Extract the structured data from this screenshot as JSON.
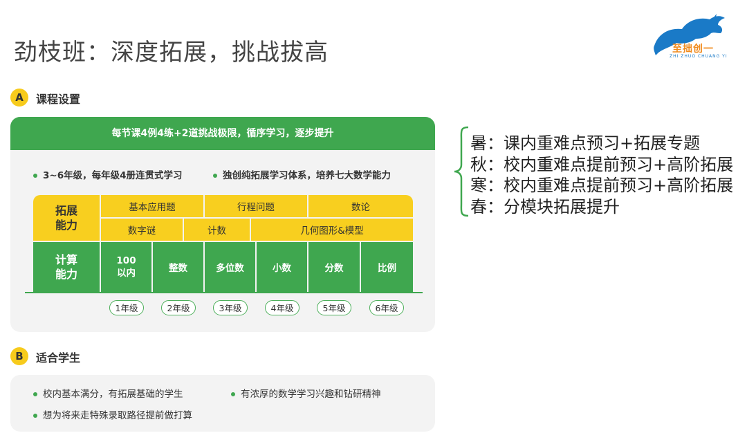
{
  "title": "劲枝班：深度拓展，挑战拔高",
  "logo": {
    "text": "至拙创一",
    "sub": "ZHI ZHUO CHUANG YI"
  },
  "section_a": {
    "badge": "A",
    "label": "课程设置",
    "banner": "每节课4例4练+2道挑战极限，循序学习，逐步提升",
    "bullets": [
      "3~6年级，每年级4册连贯式学习",
      "独创纯拓展学习体系，培养七大数学能力"
    ],
    "table": {
      "ext_header": [
        "拓展",
        "能力"
      ],
      "ext_row1": [
        "基本应用题",
        "行程问题",
        "数论"
      ],
      "ext_row2": [
        "数字谜",
        "计数",
        "几何图形&模型"
      ],
      "calc_header": [
        "计算",
        "能力"
      ],
      "calc_cells": [
        [
          "100",
          "以内"
        ],
        [
          "整数"
        ],
        [
          "多位数"
        ],
        [
          "小数"
        ],
        [
          "分数"
        ],
        [
          "比例"
        ]
      ],
      "grades": [
        "1年级",
        "2年级",
        "3年级",
        "4年级",
        "5年级",
        "6年级"
      ]
    }
  },
  "section_b": {
    "badge": "B",
    "label": "适合学生",
    "bullets": [
      "校内基本满分，有拓展基础的学生",
      "有浓厚的数学学习兴趣和钻研精神",
      "想为将来走特殊录取路径提前做打算"
    ]
  },
  "notes": [
    "暑：课内重难点预习+拓展专题",
    "秋：校内重难点提前预习+高阶拓展",
    "寒：校内重难点提前预习+高阶拓展",
    "春：分模块拓展提升"
  ],
  "colors": {
    "green": "#3fa74f",
    "yellow": "#f8cf1f",
    "badge": "#f7cb1c",
    "panel": "#f3f3f3"
  }
}
